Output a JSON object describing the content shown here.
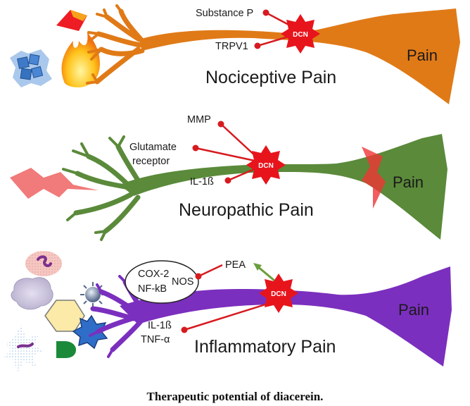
{
  "colors": {
    "nociceptive": "#e07a17",
    "neuropathic": "#5a8a3a",
    "inflammatory": "#7b2fbe",
    "dcn": "#e8141c",
    "marker": "#d61a1f",
    "arrow": "#6a9e3a"
  },
  "panels": {
    "nociceptive": {
      "title": "Nociceptive Pain",
      "pain_label": "Pain",
      "dcn_label": "DCN",
      "targets": [
        "Substance P",
        "TRPV1"
      ],
      "stimulus_icons": [
        "ice-cubes-icon",
        "flame-icon"
      ]
    },
    "neuropathic": {
      "title": "Neuropathic Pain",
      "pain_label": "Pain",
      "dcn_label": "DCN",
      "targets": [
        "MMP",
        "Glutamate",
        "receptor",
        "IL-1ß"
      ],
      "stimulus_icons": [
        "lightning-bolt-icon"
      ]
    },
    "inflammatory": {
      "title": "Inflammatory Pain",
      "pain_label": "Pain",
      "dcn_label": "DCN",
      "mediators": [
        "COX-2",
        "NF-kB",
        "NOS"
      ],
      "pea_label": "PEA",
      "cytokines": [
        "IL-1ß",
        "TNF-α"
      ],
      "stimulus_icons": [
        "immune-cell-icon",
        "hexagon-icon",
        "star-icon",
        "d-shape-icon"
      ]
    }
  },
  "caption": "Therapeutic potential of diacerein."
}
